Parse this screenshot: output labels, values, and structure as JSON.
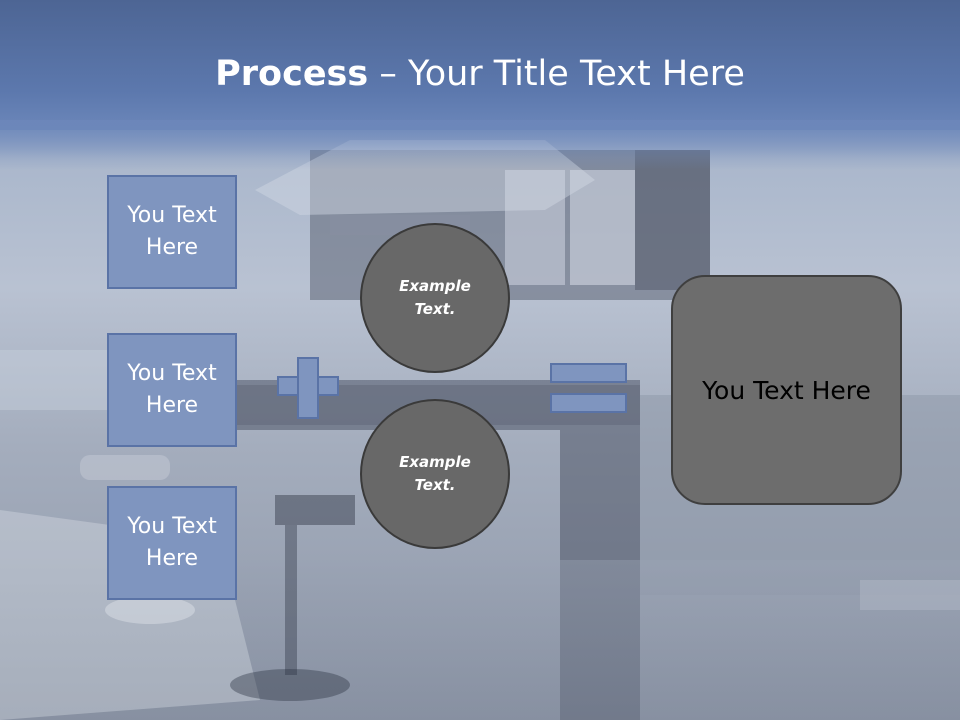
{
  "slide": {
    "title_bold": "Process",
    "title_rest": " – Your Title Text Here",
    "left_boxes": [
      "You Text Here",
      "You Text Here",
      "You Text Here"
    ],
    "circles": [
      "Example Text.",
      "Example Text."
    ],
    "result_box": "You Text Here"
  },
  "colors": {
    "header_blue": "#5c78ad",
    "box_blue": "#7f95bf",
    "circle_gray": "#686868",
    "result_gray": "#6d6d6d"
  },
  "icons": [
    "plus-icon",
    "equals-icon"
  ]
}
